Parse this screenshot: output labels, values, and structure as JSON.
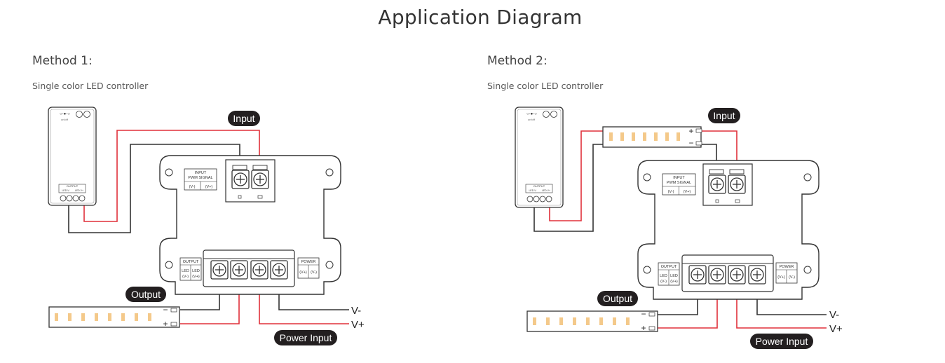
{
  "page_title": "Application Diagram",
  "colors": {
    "red_wire": "#e0303a",
    "black_wire": "#333333",
    "led": "#f4c98a"
  },
  "methods": [
    {
      "heading": "Method 1:",
      "subtitle": "Single color LED controller",
      "remote": {
        "output_label": "OUTPUT",
        "minus_label": "LED V-",
        "plus_label": "LED V+"
      },
      "badges": {
        "input": "Input",
        "output": "Output",
        "power": "Power Input"
      },
      "box": {
        "input_title": "INPUT",
        "input_sub": "PWM SIGNAL",
        "input_minus": "(V-)",
        "input_plus": "(V+)",
        "output_title": "OUTPUT",
        "output_led_minus_a": "LED",
        "output_led_minus_b": "(V-)",
        "output_led_plus_a": "LED",
        "output_led_plus_b": "(V+)",
        "power_title": "POWER",
        "power_plus": "(V+)",
        "power_minus": "(V-)"
      },
      "strip_minus": "−",
      "strip_plus": "+",
      "v_minus": "V-",
      "v_plus": "V+"
    },
    {
      "heading": "Method 2:",
      "subtitle": "Single color LED controller",
      "remote": {
        "output_label": "OUTPUT",
        "minus_label": "LED V-",
        "plus_label": "LED V+"
      },
      "badges": {
        "input": "Input",
        "output": "Output",
        "power": "Power Input"
      },
      "box": {
        "input_title": "INPUT",
        "input_sub": "PWM SIGNAL",
        "input_minus": "(V-)",
        "input_plus": "(V+)",
        "output_title": "OUTPUT",
        "output_led_minus_a": "LED",
        "output_led_minus_b": "(V-)",
        "output_led_plus_a": "LED",
        "output_led_plus_b": "(V+)",
        "power_title": "POWER",
        "power_plus": "(V+)",
        "power_minus": "(V-)"
      },
      "strip_minus": "−",
      "strip_plus": "+",
      "v_minus": "V-",
      "v_plus": "V+"
    }
  ]
}
